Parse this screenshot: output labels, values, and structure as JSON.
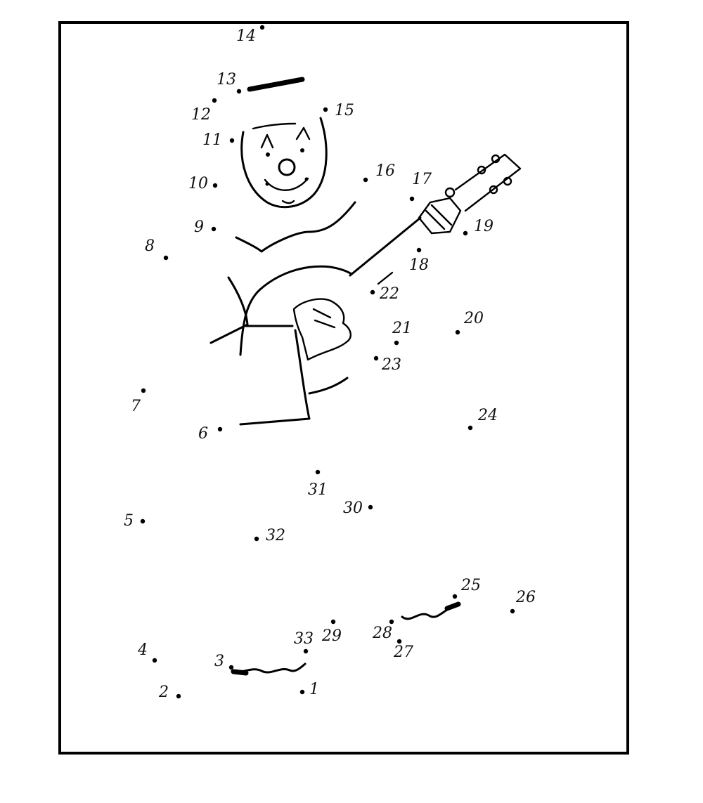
{
  "puzzle": {
    "dots": [
      {
        "n": 1,
        "label": "1"
      },
      {
        "n": 2,
        "label": "2"
      },
      {
        "n": 3,
        "label": "3"
      },
      {
        "n": 4,
        "label": "4"
      },
      {
        "n": 5,
        "label": "5"
      },
      {
        "n": 6,
        "label": "6"
      },
      {
        "n": 7,
        "label": "7"
      },
      {
        "n": 8,
        "label": "8"
      },
      {
        "n": 9,
        "label": "9"
      },
      {
        "n": 10,
        "label": "10"
      },
      {
        "n": 11,
        "label": "11"
      },
      {
        "n": 12,
        "label": "12"
      },
      {
        "n": 13,
        "label": "13"
      },
      {
        "n": 14,
        "label": "14"
      },
      {
        "n": 15,
        "label": "15"
      },
      {
        "n": 16,
        "label": "16"
      },
      {
        "n": 17,
        "label": "17"
      },
      {
        "n": 18,
        "label": "18"
      },
      {
        "n": 19,
        "label": "19"
      },
      {
        "n": 20,
        "label": "20"
      },
      {
        "n": 21,
        "label": "21"
      },
      {
        "n": 22,
        "label": "22"
      },
      {
        "n": 23,
        "label": "23"
      },
      {
        "n": 24,
        "label": "24"
      },
      {
        "n": 25,
        "label": "25"
      },
      {
        "n": 26,
        "label": "26"
      },
      {
        "n": 27,
        "label": "27"
      },
      {
        "n": 28,
        "label": "28"
      },
      {
        "n": 29,
        "label": "29"
      },
      {
        "n": 30,
        "label": "30"
      },
      {
        "n": 31,
        "label": "31"
      },
      {
        "n": 32,
        "label": "32"
      },
      {
        "n": 33,
        "label": "33"
      }
    ],
    "ink_color": "#000000",
    "paper_color": "#ffffff"
  }
}
